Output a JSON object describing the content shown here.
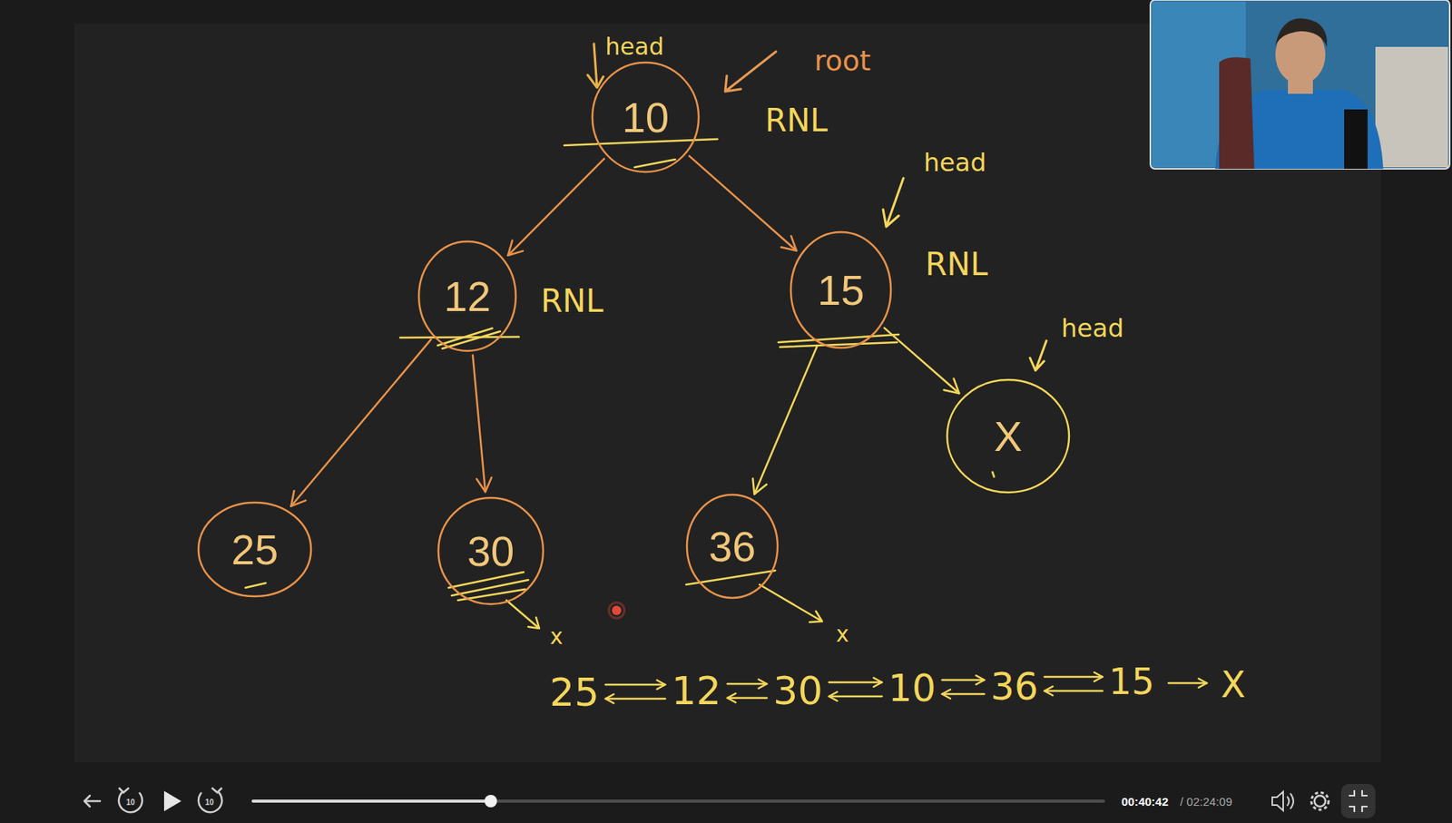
{
  "diagram": {
    "nodes": [
      {
        "text": [
          "10"
        ]
      },
      {
        "text": [
          "12"
        ]
      },
      {
        "text": [
          "15"
        ]
      },
      {
        "text": [
          "X"
        ]
      },
      {
        "text": [
          "25"
        ]
      },
      {
        "text": [
          "30"
        ]
      },
      {
        "text": [
          "36"
        ]
      }
    ],
    "edges": [
      {
        "from": 0,
        "to": 1,
        "arrow": "to"
      },
      {
        "from": 0,
        "to": 2,
        "arrow": "to"
      },
      {
        "from": 1,
        "to": 4,
        "arrow": "to"
      },
      {
        "from": 1,
        "to": 5,
        "arrow": "to"
      },
      {
        "from": 2,
        "to": 6,
        "arrow": "to"
      },
      {
        "from": 2,
        "to": 3,
        "arrow": "to"
      }
    ],
    "labels": [
      "head",
      "root",
      "RNL",
      "RNL",
      "head",
      "RNL",
      "head",
      "x",
      "x",
      "25",
      "12",
      "30",
      "10",
      "36",
      "15",
      "X",
      "10",
      "10",
      "00:40:42",
      "/ 02:24:09"
    ]
  }
}
